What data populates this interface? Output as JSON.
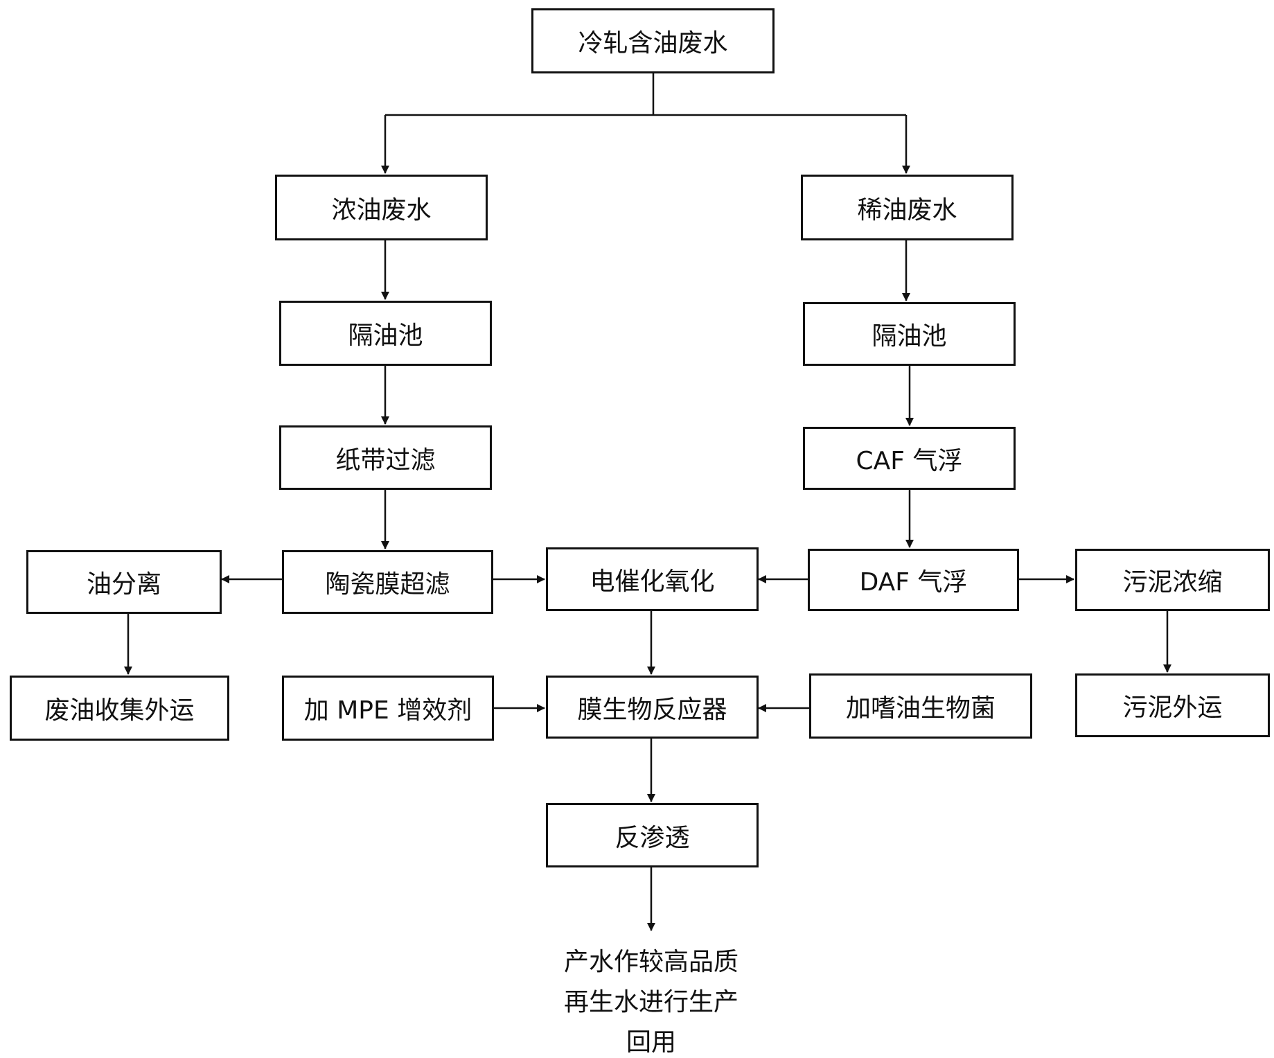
{
  "nodes": {
    "source": "冷轧含油废水",
    "concentrated": "浓油废水",
    "dilute": "稀油废水",
    "separator_left": "隔油池",
    "separator_right": "隔油池",
    "paper_filter": "纸带过滤",
    "caf": "CAF 气浮",
    "ceramic_uf": "陶瓷膜超滤",
    "oil_separation": "油分离",
    "electrocatalytic": "电催化氧化",
    "daf": "DAF 气浮",
    "sludge_thickening": "污泥浓缩",
    "waste_oil": "废油收集外运",
    "mpe": "加 MPE 增效剂",
    "mbr": "膜生物反应器",
    "bacteria": "加嗜油生物菌",
    "sludge_out": "污泥外运",
    "ro": "反渗透"
  },
  "outcome": {
    "line1": "产水作较高品质",
    "line2": "再生水进行生产",
    "line3": "回用"
  },
  "colors": {
    "line": "#111111",
    "background": "#ffffff"
  }
}
